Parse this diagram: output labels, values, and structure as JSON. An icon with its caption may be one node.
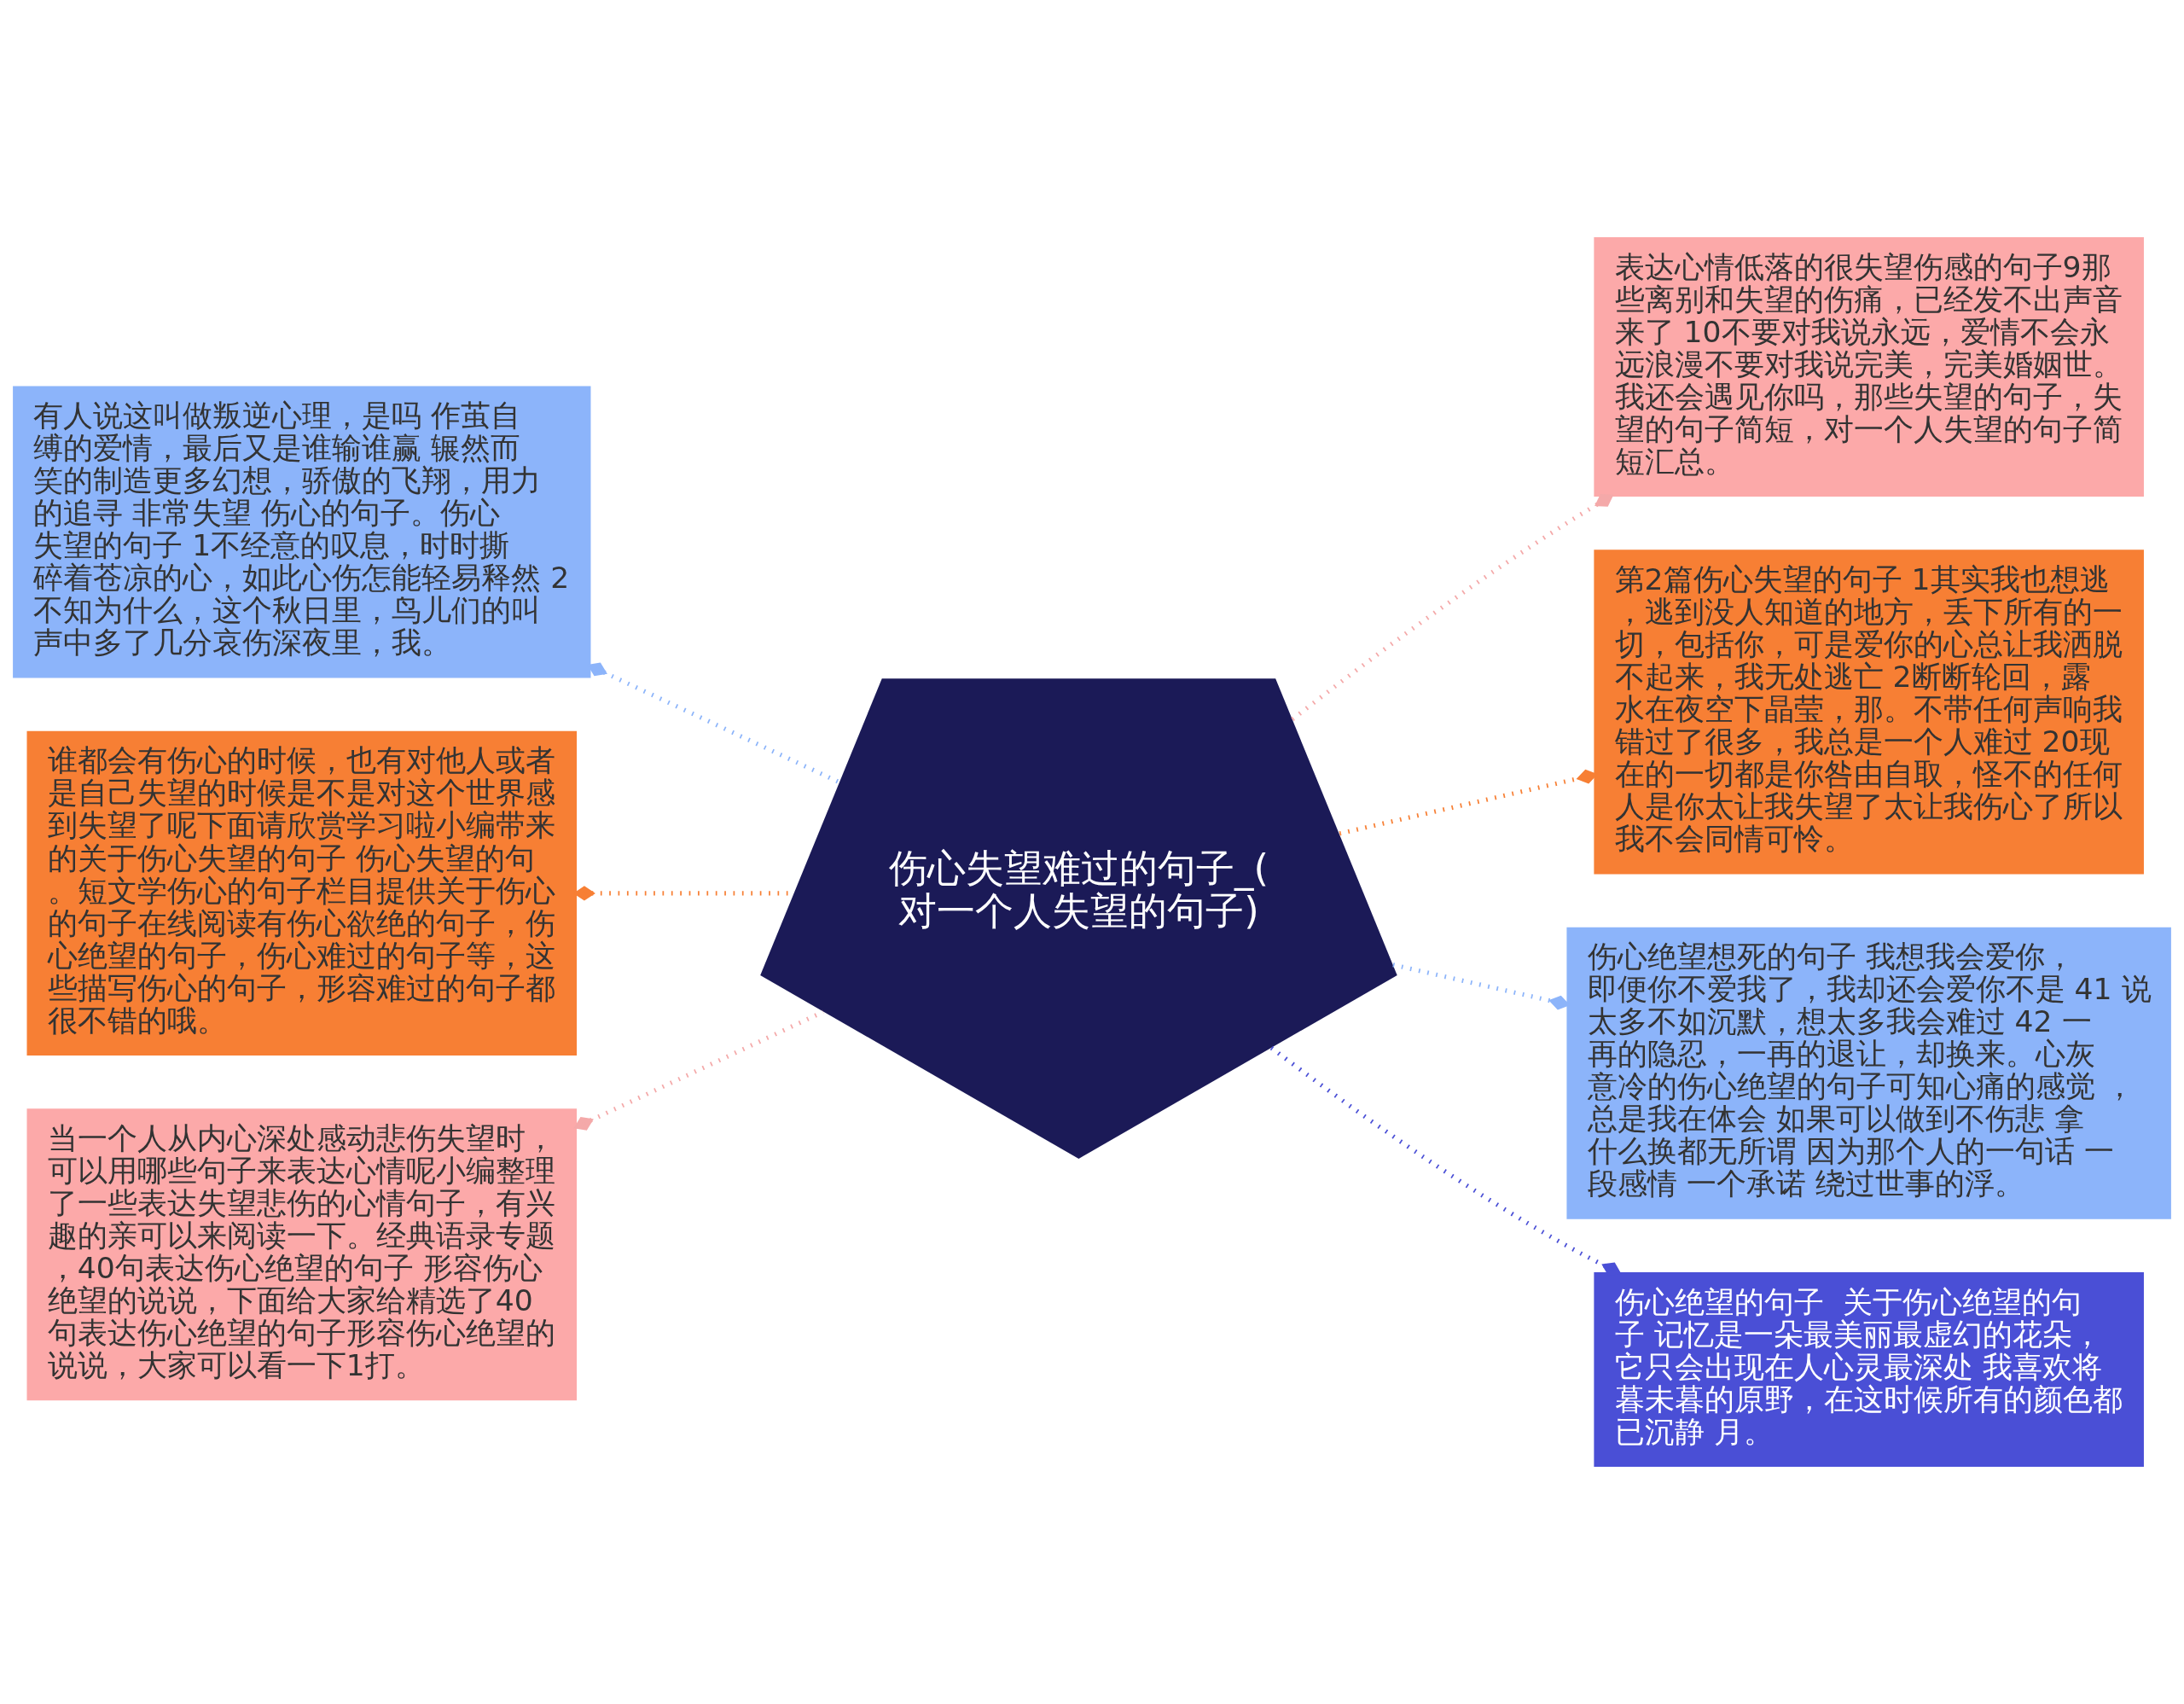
{
  "diagram": {
    "nodes": [
      {
        "text": [
          "伤心失望难过的句子_(对一个人失望的句子)"
        ]
      },
      {
        "text": [
          "有人说这叫做叛逆心理，是吗 作茧自缚的爱情，最后又是谁输谁赢 辗然而笑的制造更多幻想，骄傲的飞翔，用力的追寻 非常失望 伤心的句子。伤心失望的句子 1不经意的叹息，时时撕碎着苍凉的心，如此心伤怎能轻易释然 2不知为什么，这个秋日里，鸟儿们的叫声中多了几分哀伤深夜里，我。"
        ]
      },
      {
        "text": [
          "谁都会有伤心的时候，也有对他人或者是自己失望的时候是不是对这个世界感到失望了呢下面请欣赏学习啦小编带来的关于伤心失望的句子 伤心失望的句。短文学伤心的句子栏目提供关于伤心的句子在线阅读有伤心欲绝的句子，伤心绝望的句子，伤心难过的句子等，这些描写伤心的句子，形容难过的句子都很不错的哦。"
        ]
      },
      {
        "text": [
          "当一个人从内心深处感动悲伤失望时，可以用哪些句子来表达心情呢小编整理了一些表达失望悲伤的心情句子，有兴趣的亲可以来阅读一下。经典语录专题，40句表达伤心绝望的句子 形容伤心绝望的说说，下面给大家给精选了40句表达伤心绝望的句子形容伤心绝望的说说，大家可以看一下1打。"
        ]
      },
      {
        "text": [
          "表达心情低落的很失望伤感的句子9那些离别和失望的伤痛，已经发不出声音来了 10不要对我说永远，爱情不会永远浪漫不要对我说完美，完美婚姻世。我还会遇见你吗，那些失望的句子，失望的句子简短，对一个人失望的句子简短汇总。"
        ]
      },
      {
        "text": [
          "第2篇伤心失望的句子 1其实我也想逃，逃到没人知道的地方，丢下所有的一切，包括你，可是爱你的心总让我洒脱不起来，我无处逃亡 2断断轮回，露水在夜空下晶莹，那。不带任何声响我错过了很多，我总是一个人难过 20现在的一切都是你咎由自取，怪不的任何人是你太让我失望了太让我伤心了所以我不会同情可怜。"
        ]
      },
      {
        "text": [
          "伤心绝望想死的句子 我想我会爱你，即便你不爱我了，我却还会爱你不是 41 说太多不如沉默，想太多我会难过 42 一再的隐忍，一再的退让，却换来。心灰意冷的伤心绝望的句子可知心痛的感觉 ，总是我在体会 如果可以做到不伤悲 拿什么换都无所谓 因为那个人的一句话 一段感情 一个承诺 绕过世事的浮。"
        ]
      },
      {
        "text": [
          "伤心绝望的句子  关于伤心绝望的句子 记忆是一朵最美丽最虚幻的花朵，它只会出现在人心灵最深处 我喜欢将暮未暮的原野，在这时候所有的颜色都已沉静 月。"
        ]
      }
    ],
    "edges": [
      {
        "from": 0,
        "to": 1,
        "arrow": "other",
        "color": "#8cb4fa"
      },
      {
        "from": 0,
        "to": 2,
        "arrow": "other",
        "color": "#f77f34"
      },
      {
        "from": 0,
        "to": 3,
        "arrow": "other",
        "color": "#f4a9a9"
      },
      {
        "from": 0,
        "to": 4,
        "arrow": "other",
        "color": "#f4a9a9"
      },
      {
        "from": 0,
        "to": 5,
        "arrow": "other",
        "color": "#f77f34"
      },
      {
        "from": 0,
        "to": 6,
        "arrow": "other",
        "color": "#8cb4fa"
      },
      {
        "from": 0,
        "to": 7,
        "arrow": "other",
        "color": "#4a4fd6"
      }
    ]
  }
}
